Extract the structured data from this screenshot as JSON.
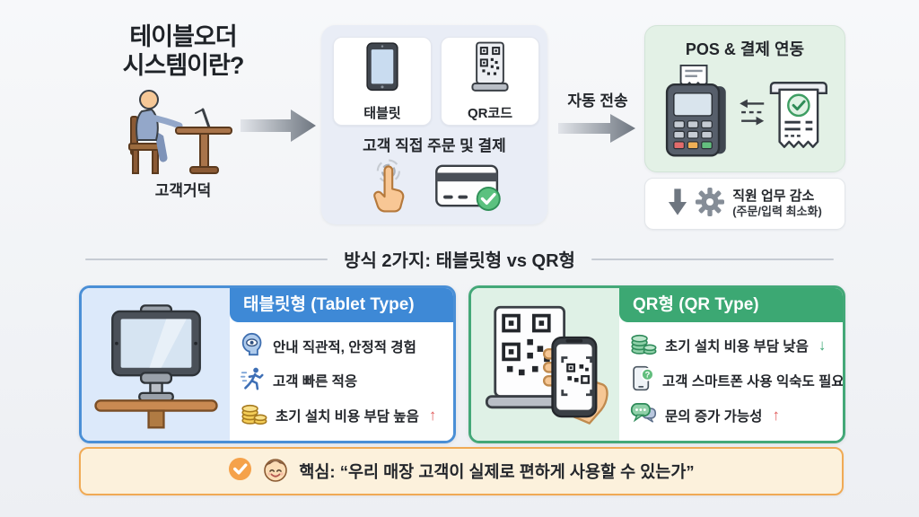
{
  "header": {
    "title_line1": "테이블오더",
    "title_line2": "시스템이란?",
    "person_label": "고객거덕"
  },
  "flow": {
    "order_panel": {
      "items": [
        {
          "label": "태블릿",
          "icon": "tablet-icon"
        },
        {
          "label": "QR코드",
          "icon": "qr-stand-icon"
        }
      ],
      "caption": "고객 직접 주문 및 결제",
      "icons": [
        "tap-icon",
        "credit-card-check-icon"
      ]
    },
    "auto_send_label": "자동 전송",
    "pos_panel": {
      "title": "POS & 결제 연동",
      "icon": "pos-terminal-receipt-icon"
    },
    "staff_panel": {
      "line1": "직원 업무 감소",
      "line2": "(주문/입력 최소화)",
      "icons": [
        "down-arrow-icon",
        "gear-icon"
      ]
    }
  },
  "divider": {
    "title": "방식 2가지: 태블릿형 vs QR형"
  },
  "cards": {
    "tablet": {
      "header": "태블릿형 (Tablet Type)",
      "illustration": "tablet-on-table",
      "bullets": [
        {
          "icon": "eye-head-icon",
          "text": "안내 직관적, 안정적 경험",
          "arrow": ""
        },
        {
          "icon": "running-person-icon",
          "text": "고객 빠른 적응",
          "arrow": ""
        },
        {
          "icon": "gold-coins-icon",
          "text": "초기 설치 비용 부담 높음",
          "arrow": "↑",
          "arrow_dir": "up"
        }
      ]
    },
    "qr": {
      "header": "QR형 (QR Type)",
      "illustration": "qr-standee-phone-hand",
      "bullets": [
        {
          "icon": "green-coins-icon",
          "text": "초기 설치 비용 부담 낮음",
          "arrow": "↓",
          "arrow_dir": "down"
        },
        {
          "icon": "phone-question-icon",
          "text": "고객 스마트폰 사용 익숙도 필요",
          "arrow": ""
        },
        {
          "icon": "chat-bubbles-icon",
          "text": "문의 증가 가능성",
          "arrow": "↑",
          "arrow_dir": "up"
        }
      ]
    }
  },
  "footer": {
    "text": "핵심: “우리 매장 고객이 실제로 편하게 사용할 수 있는가”",
    "icons": [
      "check-circle-icon",
      "smiley-face-icon"
    ]
  },
  "colors": {
    "accent_blue": "#3E89D6",
    "accent_green": "#3CA873",
    "panel_blue_gray": "#E9EDF6",
    "panel_green": "#E3F1E6",
    "card_blue_bg": "#DCE9FA",
    "card_green_bg": "#DFF1E6",
    "footer_bg": "#FCF1DC",
    "footer_border": "#F0AA55",
    "arrow_up_red": "#E05C5C",
    "arrow_down_green": "#3FA977"
  }
}
